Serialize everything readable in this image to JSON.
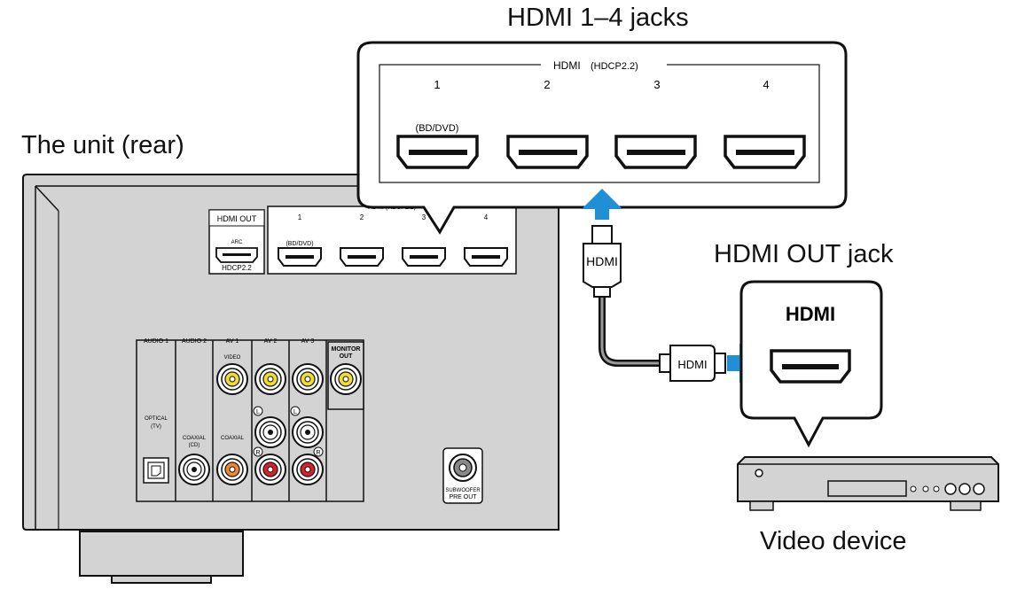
{
  "labels": {
    "hdmi_jacks_title": "HDMI 1–4 jacks",
    "unit_rear": "The unit (rear)",
    "hdmi_out_jack": "HDMI OUT jack",
    "video_device": "Video device"
  },
  "zoom_panel": {
    "group_label": "HDMI",
    "group_sublabel": "(HDCP2.2)",
    "jacks": [
      {
        "number": "1",
        "sublabel": "(BD/DVD)"
      },
      {
        "number": "2",
        "sublabel": ""
      },
      {
        "number": "3",
        "sublabel": ""
      },
      {
        "number": "4",
        "sublabel": ""
      }
    ]
  },
  "unit_panel": {
    "hdmi_out_label": "HDMI OUT",
    "arc_label": "ARC",
    "hdcp_label": "HDCP2.2",
    "hdmi_group_label": "HDMI (HDCP2.2)",
    "hdmi_jacks": [
      "1",
      "2",
      "3",
      "4"
    ],
    "hdmi1_sublabel": "(BD/DVD)",
    "sections": [
      "AUDIO 1",
      "AUDIO 2",
      "AV 1",
      "AV 2",
      "AV 3"
    ],
    "monitor_out": [
      "MONITOR",
      "OUT"
    ],
    "video_label": "VIDEO",
    "optical": [
      "OPTICAL",
      "(TV)"
    ],
    "coaxial_cd": [
      "COAXIAL",
      "(CD)"
    ],
    "coaxial": "COAXIAL",
    "left_mark": "L",
    "right_mark": "R",
    "subwoofer": [
      "SUBWOOFER",
      "PRE OUT"
    ]
  },
  "cable": {
    "plug_label_top": "HDMI",
    "plug_label_side": "HDMI"
  },
  "device_panel": {
    "label": "HDMI"
  },
  "colors": {
    "arrow": "#1f8fd6",
    "unit_body": "#d3d3d3",
    "video_jack": "#f2dd2a",
    "coax_jack": "#f0892a",
    "right_jack": "#d8202e"
  }
}
